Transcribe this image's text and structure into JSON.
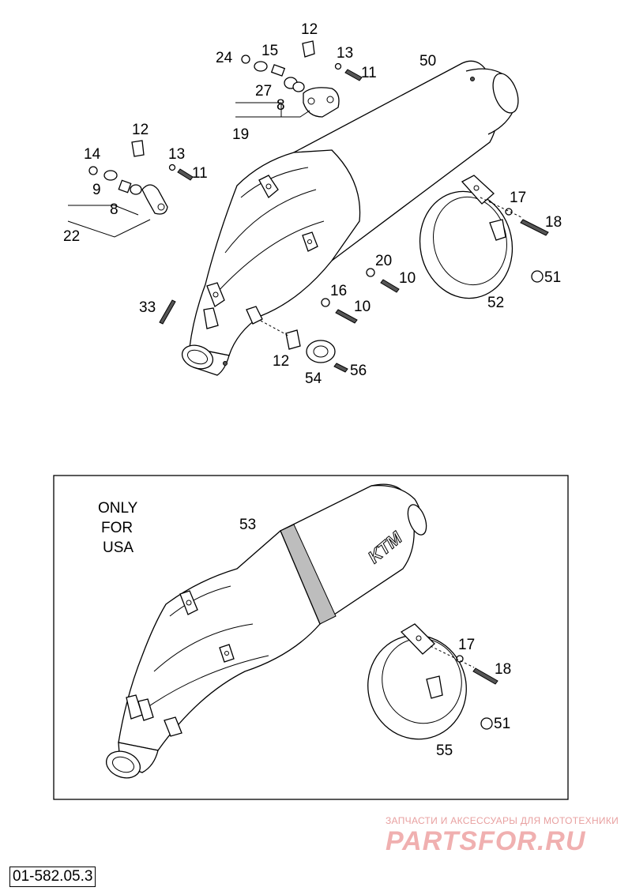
{
  "labels": {
    "l12a": "12",
    "l24": "24",
    "l15": "15",
    "l13a": "13",
    "l11a": "11",
    "l50": "50",
    "l27": "27",
    "l8a": "8",
    "l19": "19",
    "l12b": "12",
    "l14": "14",
    "l13b": "13",
    "l11b": "11",
    "l9": "9",
    "l8b": "8",
    "l22": "22",
    "l17a": "17",
    "l18a": "18",
    "l20": "20",
    "l10a": "10",
    "l51a": "51",
    "l16": "16",
    "l10b": "10",
    "l52": "52",
    "l33": "33",
    "l12c": "12",
    "l54": "54",
    "l56": "56",
    "l53": "53",
    "l17b": "17",
    "l18b": "18",
    "l51b": "51",
    "l55": "55"
  },
  "usa_note": [
    "ONLY",
    "FOR",
    "USA"
  ],
  "muffler_logo": "KTM",
  "watermark": {
    "subtitle": "ЗАПЧАСТИ И АКСЕССУАРЫ ДЛЯ МОТОТЕХНИКИ",
    "brand": "PARTSFOR.RU"
  },
  "diagram_code": "01-582.05.3"
}
